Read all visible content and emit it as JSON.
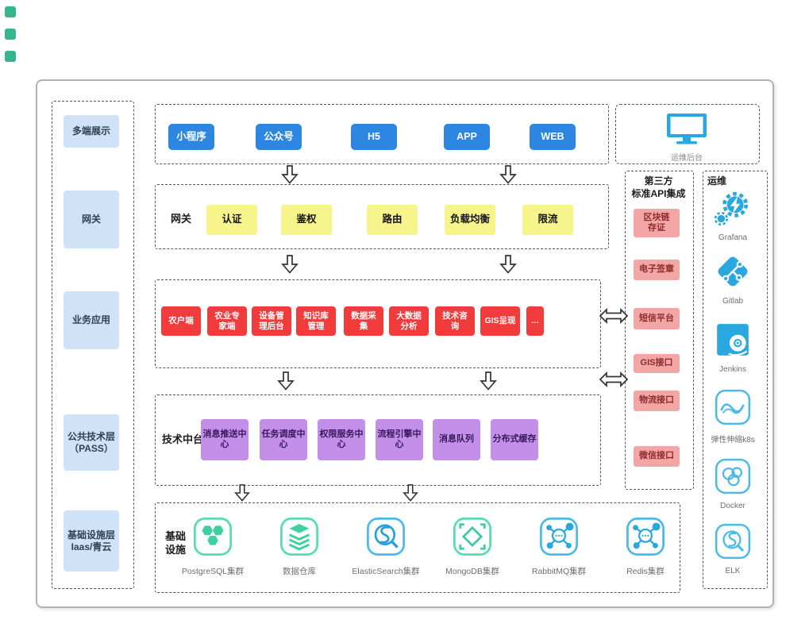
{
  "colors": {
    "terminal_blue": "#2d87e2",
    "gateway_yellow": "#f8f48c",
    "business_red": "#f23b3b",
    "platform_purple": "#c48fe9",
    "api_pink": "#f3a6a6",
    "sidebar_blue": "#cfe2f7",
    "icon_blue": "#29a8e0",
    "icon_green": "#3ed0a0",
    "corner_teal": "#36b690"
  },
  "sidebar": {
    "items": [
      "多端展示",
      "网关",
      "业务应用",
      "公共技术层\n（PASS）",
      "基础设施层\nIaas/青云"
    ]
  },
  "terminals": {
    "items": [
      "小程序",
      "公众号",
      "H5",
      "APP",
      "WEB"
    ]
  },
  "gateway": {
    "label": "网关",
    "items": [
      "认证",
      "鉴权",
      "路由",
      "负载均衡",
      "限流"
    ]
  },
  "business": {
    "items": [
      "农户端",
      "农业专\n家端",
      "设备管\n理后台",
      "知识库\n管理",
      "数据采\n集",
      "大数据\n分析",
      "技术咨\n询",
      "GIS呈现",
      "..."
    ]
  },
  "platform": {
    "label": "技术中台",
    "items": [
      "消息推送中\n心",
      "任务调度中\n心",
      "权限服务中\n心",
      "流程引擎中\n心",
      "消息队列",
      "分布式缓存"
    ]
  },
  "infrastructure": {
    "label": "基础\n设施",
    "items": [
      "PostgreSQL集群",
      "数据仓库",
      "ElasticSearch集群",
      "MongoDB集群",
      "RabbitMQ集群",
      "Redis集群"
    ]
  },
  "api": {
    "header": "第三方\n标准API集成",
    "items": [
      "区块链\n存证",
      "电子签章",
      "短信平台",
      "GIS接口",
      "物流接口",
      "微信接口"
    ]
  },
  "ops": {
    "header": "运维",
    "monitor_label": "运维后台",
    "items": [
      "Grafana",
      "Gitlab",
      "Jenkins",
      "弹性伸缩k8s",
      "Docker",
      "ELK"
    ]
  }
}
